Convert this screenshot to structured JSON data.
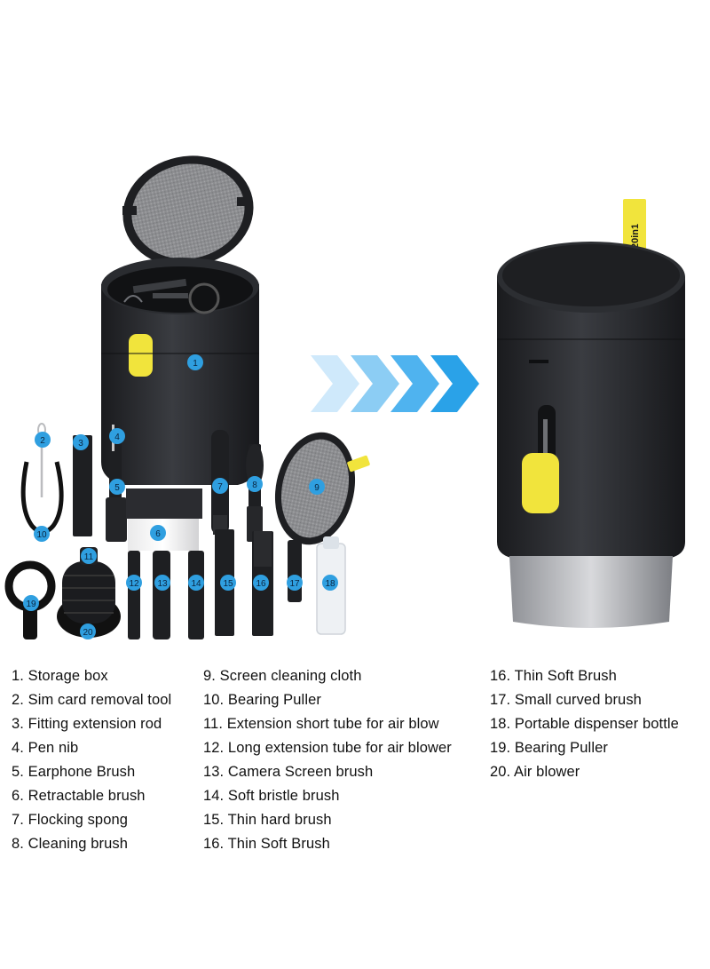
{
  "product": {
    "badge_text": "20in1",
    "accent_color": "#f1e43c",
    "body_color": "#25272b",
    "callout_color": "#2f9fe0",
    "arrow_color": "#2aa2e8"
  },
  "callouts": [
    "1",
    "2",
    "3",
    "4",
    "5",
    "6",
    "7",
    "8",
    "9",
    "10",
    "11",
    "12",
    "13",
    "14",
    "15",
    "16",
    "17",
    "18",
    "19",
    "20"
  ],
  "legend": {
    "col1": [
      "1. Storage box",
      "2. Sim card removal tool",
      "3. Fitting extension rod",
      "4. Pen nib",
      "5. Earphone Brush",
      "6. Retractable brush",
      "7. Flocking spong",
      "8. Cleaning brush"
    ],
    "col2": [
      "9. Screen cleaning cloth",
      "10. Bearing Puller",
      "11. Extension short tube for air blow",
      "12. Long extension tube for air blower",
      "13. Camera Screen brush",
      "14. Soft bristle brush",
      "15. Thin hard brush",
      "16. Thin Soft Brush"
    ],
    "col3": [
      "16. Thin Soft Brush",
      "17. Small curved brush",
      "18. Portable dispenser bottle",
      "19. Bearing Puller",
      "20. Air blower"
    ]
  }
}
